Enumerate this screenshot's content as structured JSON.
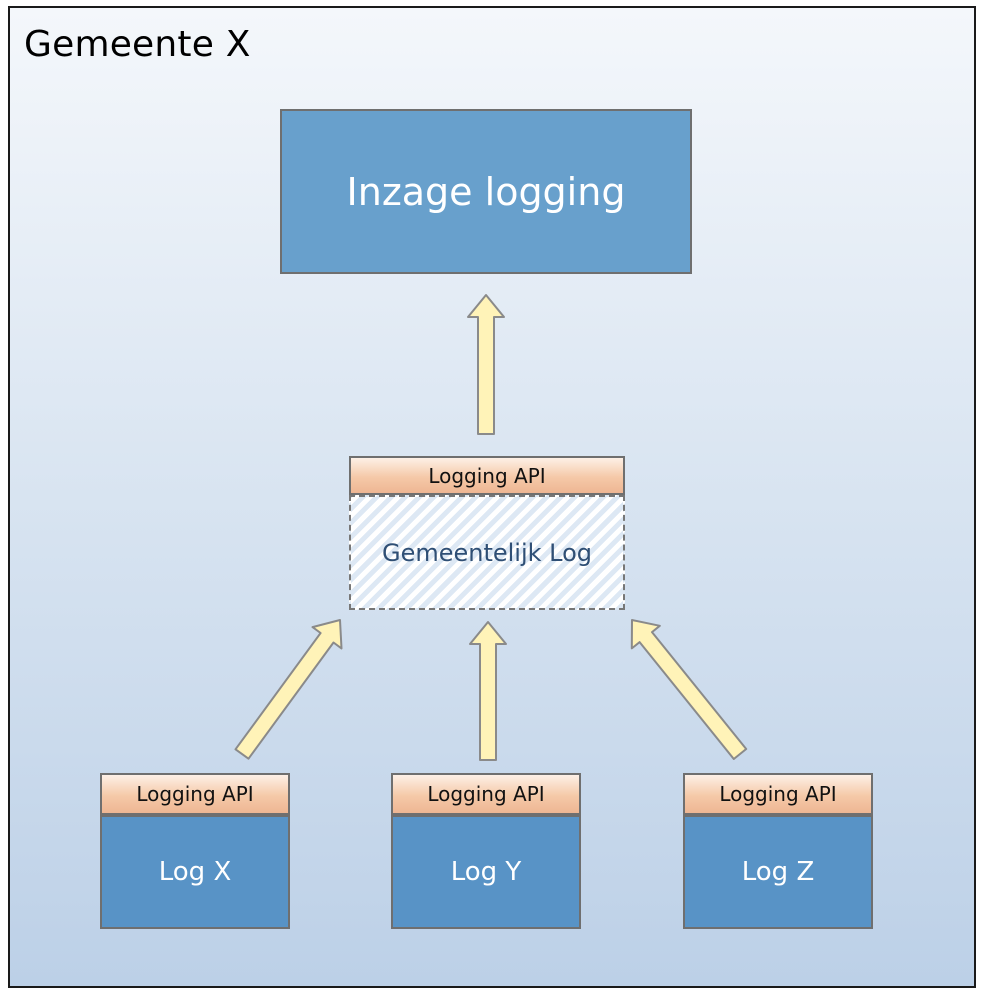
{
  "frame": {
    "title": "Gemeente X"
  },
  "nodes": {
    "inzage": {
      "label": "Inzage logging"
    },
    "central_api": {
      "label": "Logging API"
    },
    "central_log": {
      "label": "Gemeentelijk Log"
    },
    "log_x": {
      "api_label": "Logging API",
      "label": "Log X"
    },
    "log_y": {
      "api_label": "Logging API",
      "label": "Log Y"
    },
    "log_z": {
      "api_label": "Logging API",
      "label": "Log Z"
    }
  },
  "colors": {
    "arrow_fill": "#fff3b8",
    "arrow_stroke": "#8a8a8a",
    "inzage_fill": "#68a0cc",
    "log_fill": "#5893c6"
  }
}
